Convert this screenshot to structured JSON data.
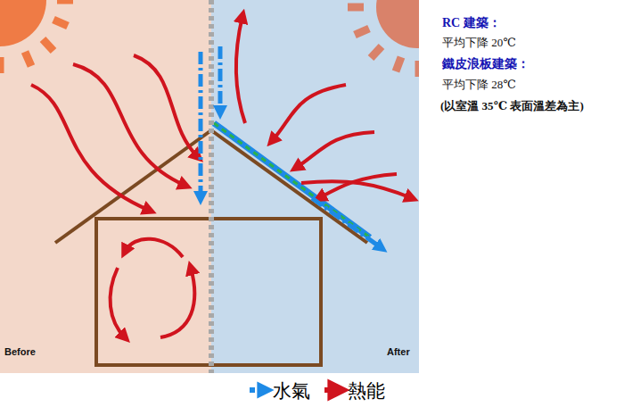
{
  "diagram": {
    "labels": [
      "Before",
      "After",
      "RC 建築：",
      "平均下降 20℃",
      "鐵皮浪板建築：",
      "平均下降 28℃",
      "(以室溫 35℃ 表面溫差為主)"
    ],
    "legend": [
      {
        "text": "水氣"
      },
      {
        "text": "熱能"
      }
    ]
  }
}
